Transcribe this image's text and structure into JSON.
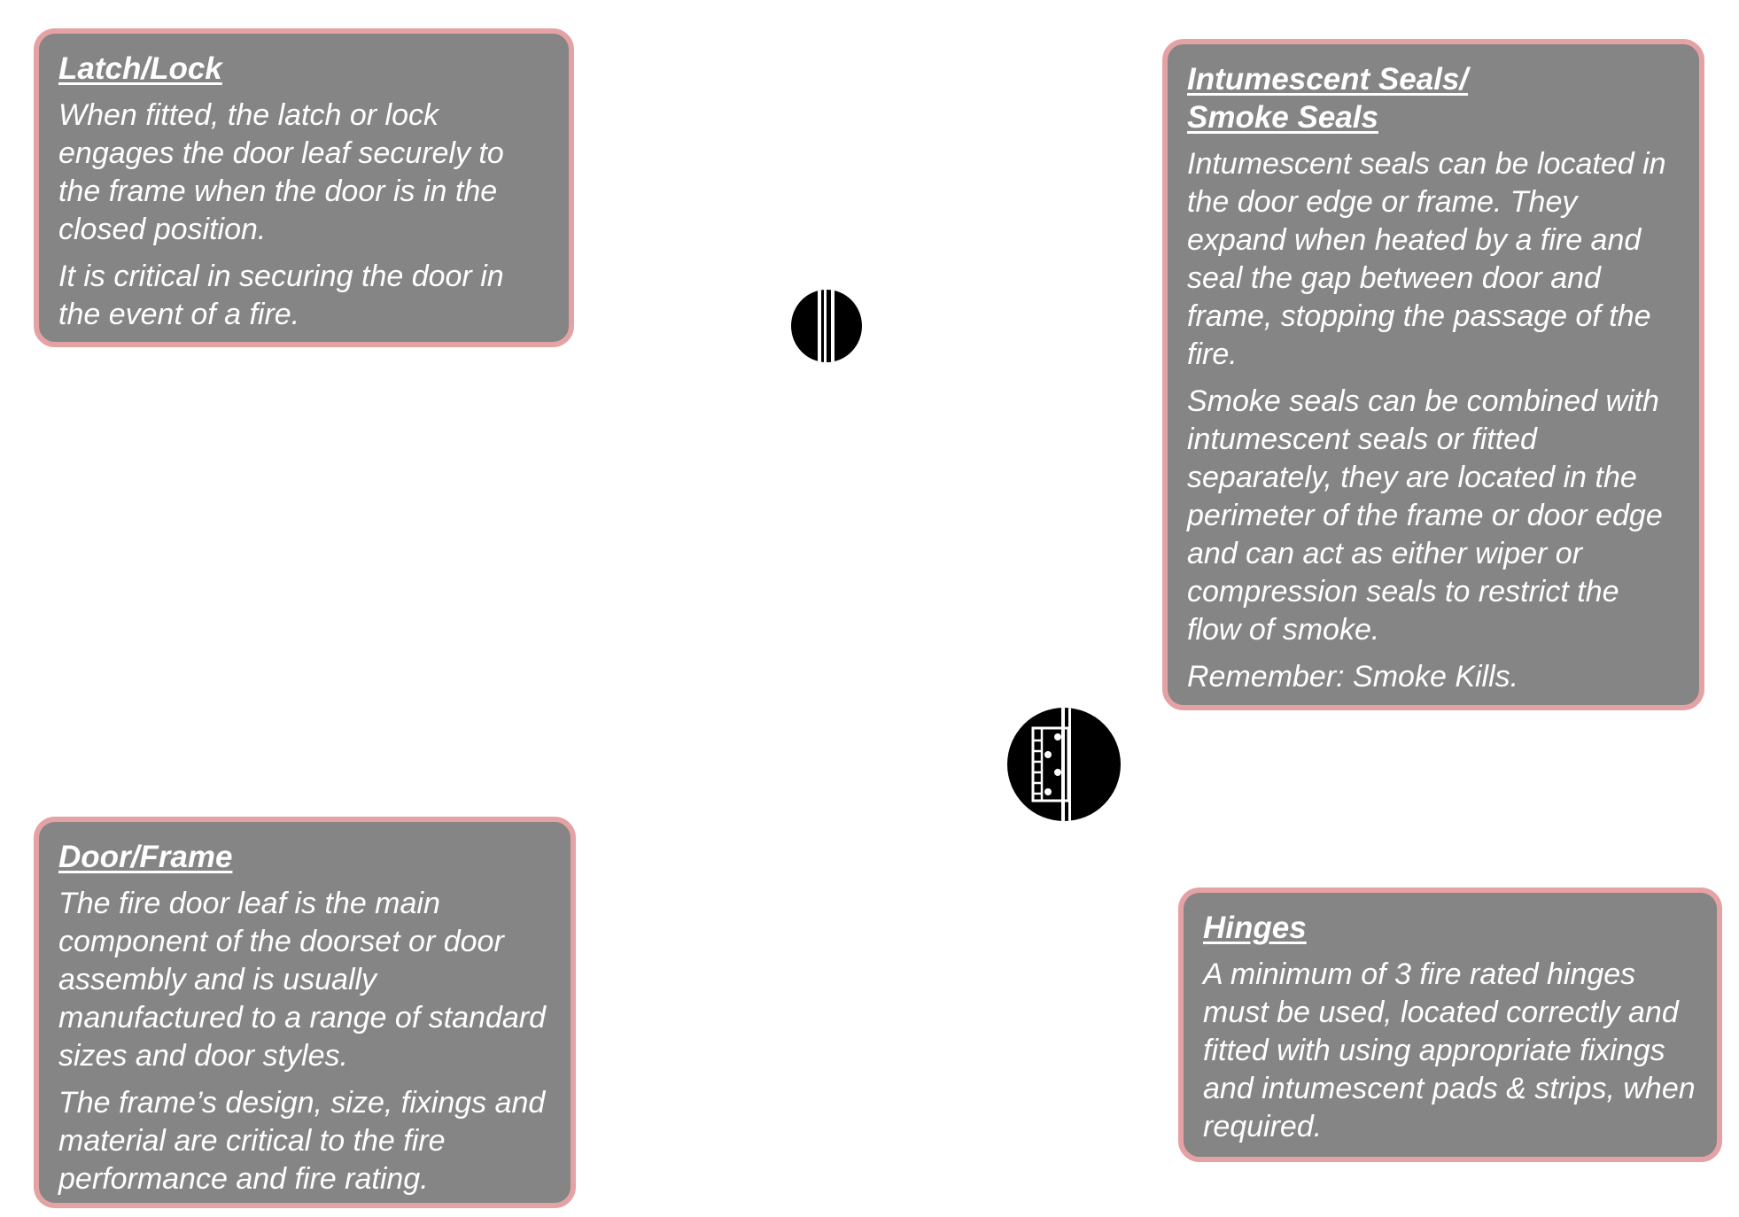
{
  "colors": {
    "card_fill": "#858585",
    "card_border": "#e5a2a4",
    "card_text": "#ffffff",
    "marker_fill": "#000000"
  },
  "cards": {
    "latch": {
      "title": "Latch/Lock",
      "paragraphs": [
        "When fitted, the latch or lock engages the door leaf securely to the frame when the door is in the closed position.",
        "It is critical in securing the door in the event of a fire."
      ]
    },
    "seals": {
      "title_line1": "Intumescent Seals/",
      "title_line2": "Smoke Seals",
      "paragraphs": [
        "Intumescent seals can be located in the door edge or frame. They expand when heated by a fire and seal the gap between door and frame, stopping the passage of the fire.",
        "Smoke seals can be combined with intumescent seals or fitted separately, they are located in the perimeter of the frame or door edge and can act as either wiper or compression seals to restrict the flow of smoke.",
        "Remember: Smoke Kills."
      ]
    },
    "door": {
      "title": "Door/Frame",
      "paragraphs": [
        "The fire door leaf is the main component of the doorset or door assembly and is usually manufactured to a range of standard sizes and door styles.",
        "The frame’s design, size, fixings and material are critical to the fire performance and fire rating."
      ]
    },
    "hinges": {
      "title": "Hinges",
      "paragraphs": [
        "A minimum of 3 fire rated hinges must be used, located correctly and fitted with using appropriate fixings and intumescent pads & strips, when required."
      ]
    }
  },
  "markers": {
    "latch": {
      "icon": "latch-detail-icon"
    },
    "hinge": {
      "icon": "hinge-detail-icon"
    }
  }
}
